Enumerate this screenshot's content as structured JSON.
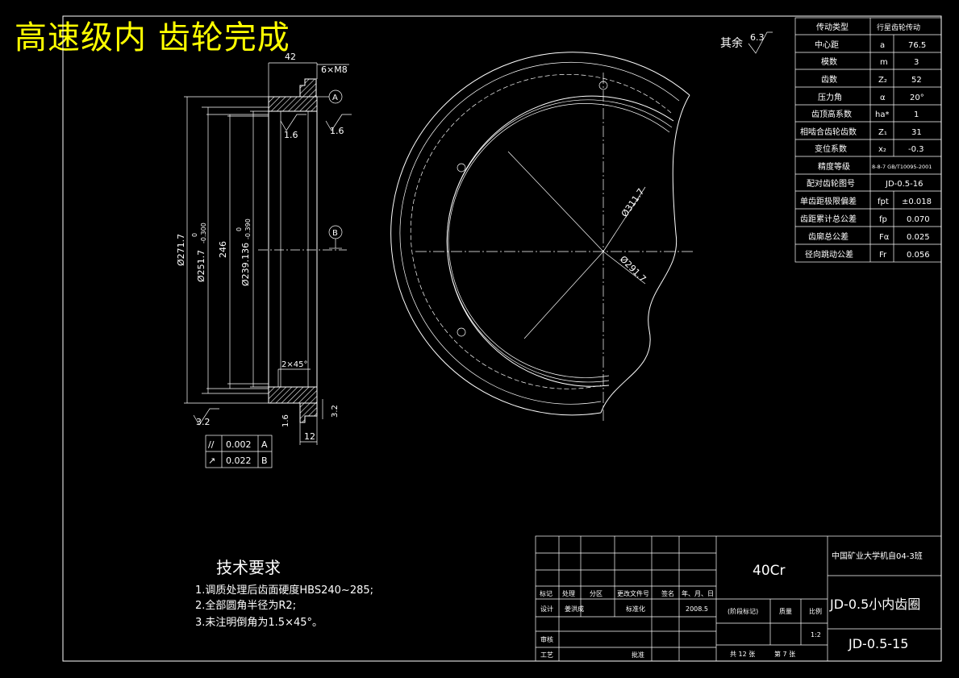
{
  "overlay_title": "高速级内 齿轮完成",
  "surface_finish": {
    "label": "其余",
    "value": "6.3"
  },
  "params_table": {
    "header": [
      "传动类型",
      "行星齿轮传动"
    ],
    "rows": [
      [
        "中心距",
        "a",
        "76.5"
      ],
      [
        "模数",
        "m",
        "3"
      ],
      [
        "齿数",
        "Z₂",
        "52"
      ],
      [
        "压力角",
        "α",
        "20°"
      ],
      [
        "齿顶高系数",
        "ha*",
        "1"
      ],
      [
        "相啮合齿轮齿数",
        "Z₁",
        "31"
      ],
      [
        "变位系数",
        "x₂",
        "-0.3"
      ],
      [
        "精度等级",
        "",
        "8-8-7 GB/T10095-2001"
      ],
      [
        "配对齿轮图号",
        "",
        "JD-0.5-16"
      ],
      [
        "单齿距极限偏差",
        "fpt",
        "±0.018"
      ],
      [
        "齿距累计总公差",
        "fp",
        "0.070"
      ],
      [
        "齿廓总公差",
        "Fα",
        "0.025"
      ],
      [
        "径向跳动公差",
        "Fr",
        "0.056"
      ]
    ]
  },
  "section_view": {
    "width_dim": "42",
    "bolt_note": "6×M8",
    "datum_a": "A",
    "datum_b": "B",
    "rough_left": "1.6",
    "rough_right": "1.6",
    "rough_bottom": "3.2",
    "rough_side": "3.2",
    "rough_small": "1.6",
    "chamfer": "2×45°",
    "step_dim": "12",
    "dia_outer": "Ø271.7",
    "dia_251": "Ø251.7",
    "dia_251_tol_up": "0",
    "dia_251_tol_low": "-0.300",
    "dim_246": "246",
    "dia_239": "Ø239.136",
    "dia_239_tol_up": "0",
    "dia_239_tol_low": "-0.390"
  },
  "tolerance_frame": [
    {
      "symbol": "//",
      "value": "0.002",
      "datum": "A"
    },
    {
      "symbol": "↗",
      "value": "0.022",
      "datum": "B"
    }
  ],
  "front_view": {
    "dia_311": "Ø311.7",
    "dia_291": "Ø291.7"
  },
  "tech_requirements": {
    "title": "技术要求",
    "items": [
      "1.调质处理后齿面硬度HBS240~285;",
      "2.全部圆角半径为R2;",
      "3.未注明倒角为1.5×45°。"
    ]
  },
  "title_block": {
    "material": "40Cr",
    "school": "中国矿业大学机自04-3班",
    "part_name": "JD-0.5小内齿圈",
    "drawing_no": "JD-0.5-15",
    "rev_headers": [
      "标记",
      "处理",
      "分区",
      "更改文件号",
      "签名",
      "年、月、日"
    ],
    "designer_label": "设计",
    "designer": "姜洪成",
    "standardize_label": "标准化",
    "date": "2008.5",
    "stage_label": "(阶段标记)",
    "weight_label": "质量",
    "scale_label": "比例",
    "scale": "1:2",
    "review_label": "审核",
    "process_label": "工艺",
    "approve_label": "批准",
    "total_sheets": "共 12 张",
    "sheet_no": "第 7 张"
  }
}
